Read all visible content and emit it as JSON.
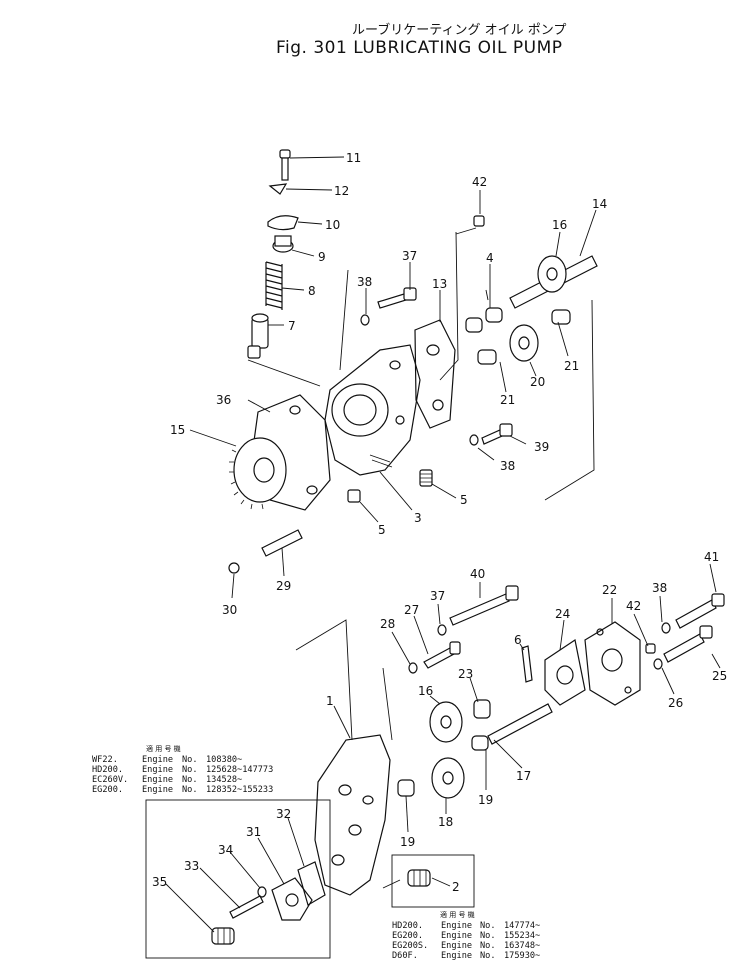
{
  "title": {
    "japanese": "ルーブリケーティング オイル ポンプ",
    "english": "Fig. 301  LUBRICATING OIL PUMP"
  },
  "callouts": {
    "c1": "1",
    "c2": "2",
    "c3": "3",
    "c4": "4",
    "c5a": "5",
    "c5b": "5",
    "c6": "6",
    "c7": "7",
    "c8": "8",
    "c9": "9",
    "c10": "10",
    "c11": "11",
    "c12": "12",
    "c13": "13",
    "c14": "14",
    "c15": "15",
    "c16a": "16",
    "c16b": "16",
    "c17": "17",
    "c18": "18",
    "c19a": "19",
    "c19b": "19",
    "c20": "20",
    "c21a": "21",
    "c21b": "21",
    "c22": "22",
    "c23": "23",
    "c24": "24",
    "c25": "25",
    "c26": "26",
    "c27": "27",
    "c28": "28",
    "c29": "29",
    "c30": "30",
    "c31": "31",
    "c32": "32",
    "c33": "33",
    "c34": "34",
    "c35": "35",
    "c36": "36",
    "c37a": "37",
    "c37b": "37",
    "c38a": "38",
    "c38b": "38",
    "c38c": "38",
    "c39": "39",
    "c40": "40",
    "c41": "41",
    "c42a": "42",
    "c42b": "42"
  },
  "serials_left": {
    "header": "適 用 号 機",
    "rows": [
      {
        "model": "WF22.",
        "label": "Engine",
        "no": "No.",
        "range": "108380~"
      },
      {
        "model": "HD200.",
        "label": "Engine",
        "no": "No.",
        "range": "125628~147773"
      },
      {
        "model": "EC260V.",
        "label": "Engine",
        "no": "No.",
        "range": "134528~"
      },
      {
        "model": "EG200.",
        "label": "Engine",
        "no": "No.",
        "range": "128352~155233"
      }
    ]
  },
  "serials_right": {
    "header": "適 用 号 機",
    "rows": [
      {
        "model": "HD200.",
        "label": "Engine",
        "no": "No.",
        "range": "147774~"
      },
      {
        "model": "EG200.",
        "label": "Engine",
        "no": "No.",
        "range": "155234~"
      },
      {
        "model": "EG200S.",
        "label": "Engine",
        "no": "No.",
        "range": "163748~"
      },
      {
        "model": "D60F.",
        "label": "Engine",
        "no": "No.",
        "range": "175930~"
      }
    ]
  }
}
